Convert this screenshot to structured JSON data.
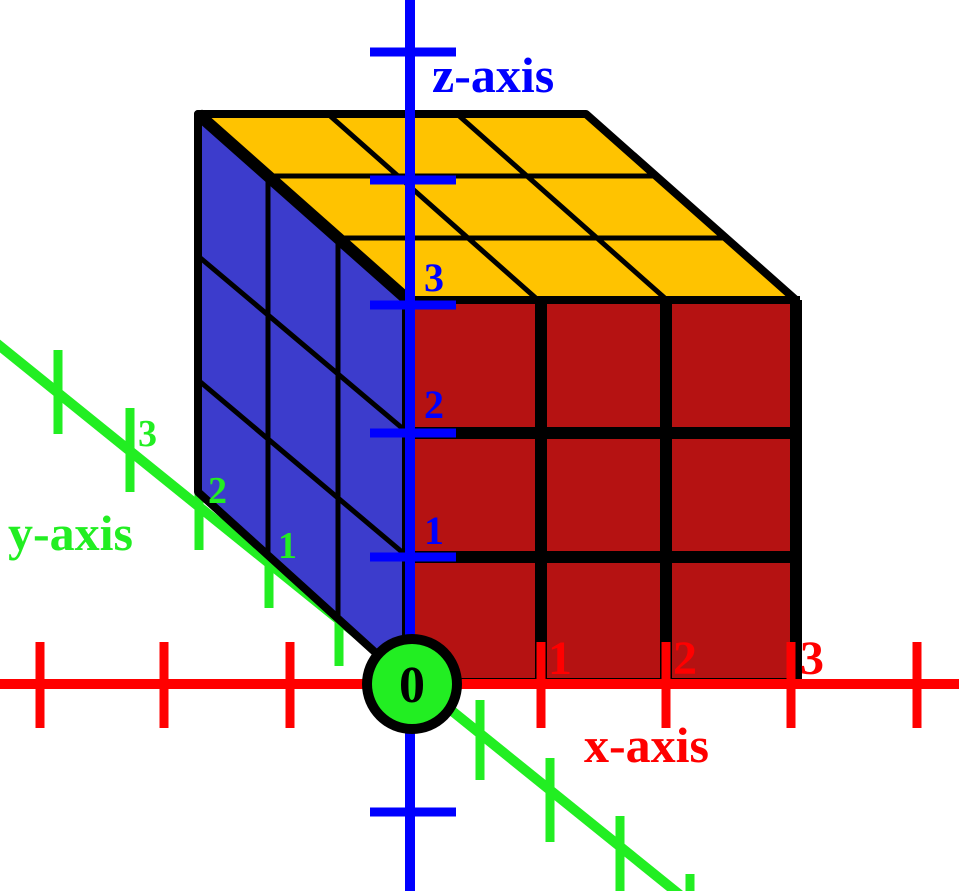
{
  "axes": {
    "x": {
      "label": "x-axis",
      "ticks": [
        "1",
        "2",
        "3"
      ],
      "color": "#ff0000"
    },
    "y": {
      "label": "y-axis",
      "ticks": [
        "1",
        "2",
        "3"
      ],
      "color": "#22ee22"
    },
    "z": {
      "label": "z-axis",
      "ticks": [
        "1",
        "2",
        "3"
      ],
      "color": "#0000ff"
    }
  },
  "origin": {
    "label": "0",
    "fill": "#22ee22"
  },
  "cube": {
    "size": 3,
    "faces": {
      "top": "#ffc300",
      "front": "#b51212",
      "side": "#3c3ccc"
    },
    "edge_color": "#000000"
  }
}
